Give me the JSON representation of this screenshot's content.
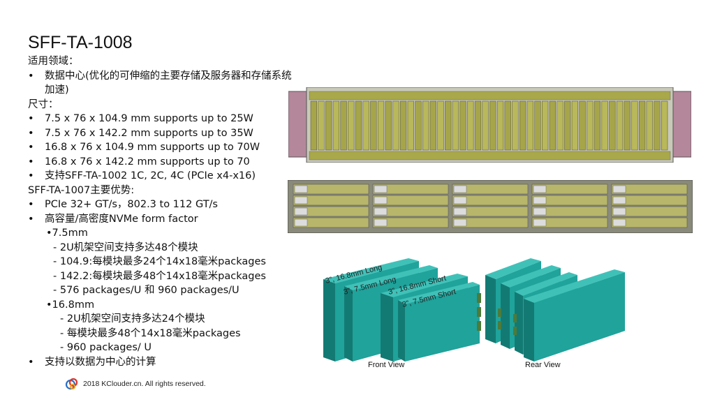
{
  "slide": {
    "title": "SFF-TA-1008",
    "lines": [
      {
        "text": "适用领域：",
        "kind": "plain"
      },
      {
        "text": "数据中心(优化的可伸缩的主要存储及服务器和存储系统加速)",
        "kind": "bullet-wrap"
      },
      {
        "text": "尺寸：",
        "kind": "plain"
      },
      {
        "text": "7.5 x 76 x 104.9 mm  supports up to 25W",
        "kind": "bullet"
      },
      {
        "text": "7.5 x 76 x 142.2 mm  supports up to 35W",
        "kind": "bullet"
      },
      {
        "text": "16.8 x 76 x 104.9 mm supports up to 70W",
        "kind": "bullet"
      },
      {
        "text": "16.8 x 76 x 142.2 mm  supports up to 70",
        "kind": "bullet"
      },
      {
        "text": "支持SFF-TA-1002 1C, 2C, 4C (PCIe x4-x16)",
        "kind": "bullet"
      },
      {
        "text": "SFF-TA-1007主要优势:",
        "kind": "plain"
      },
      {
        "text": "PCIe 32+ GT/s，802.3 to 112 GT/s",
        "kind": "bullet"
      },
      {
        "text": "高容量/高密度NVMe form factor",
        "kind": "bullet"
      },
      {
        "text": "•7.5mm",
        "kind": "sub1"
      },
      {
        "text": "- 2U机架空间支持多达48个模块",
        "kind": "sub2"
      },
      {
        "text": "- 104.9:每模块最多24个14x18毫米packages",
        "kind": "sub2"
      },
      {
        "text": "- 142.2:每模块最多48个14x18毫米packages",
        "kind": "sub2"
      },
      {
        "text": "-  576 packages/U 和 960 packages/U",
        "kind": "sub2"
      },
      {
        "text": "•16.8mm",
        "kind": "sub1"
      },
      {
        "text": "- 2U机架空间支持多达24个模块",
        "kind": "sub3"
      },
      {
        "text": "- 每模块最多48个14x18毫米packages",
        "kind": "sub3"
      },
      {
        "text": "- 960 packages/ U",
        "kind": "sub3"
      },
      {
        "text": "支持以数据为中心的计算",
        "kind": "bullet"
      }
    ]
  },
  "figures": {
    "module_labels": [
      "3”, 16.8mm Long",
      "3”, 7.5mm Long",
      "3”, 16.8mm Short",
      "3”, 7.5mm Short"
    ],
    "front_view_label": "Front View",
    "rear_view_label": "Rear View",
    "colors": {
      "teal": "#1fa39b",
      "teal_dark": "#137a73",
      "olive": "#a9a84a",
      "pink": "#b5879b",
      "frame": "#6b6b6b"
    }
  },
  "footer": {
    "text": "2018 KClouder.cn. All rights reserved."
  }
}
